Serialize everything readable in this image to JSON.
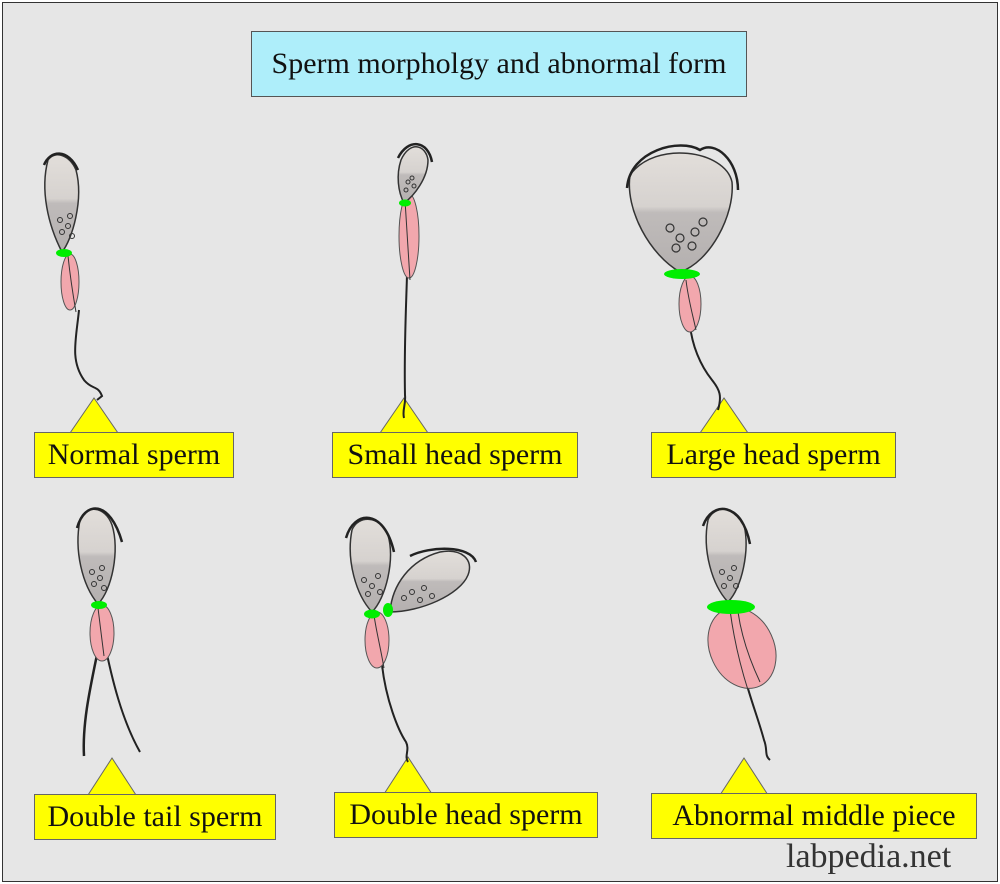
{
  "title": "Sperm morpholgy and abnormal form",
  "labels": {
    "normal": "Normal sperm",
    "small_head": "Small head sperm",
    "large_head": "Large head sperm",
    "double_tail": "Double tail sperm",
    "double_head": "Double head sperm",
    "abnormal_middle": "Abnormal middle piece"
  },
  "watermark": "labpedia.net",
  "colors": {
    "background": "#e6e6e6",
    "title_box": "#aeeefa",
    "callout": "#ffff00",
    "head": "#c3bfbe",
    "head_cap": "#ddd9d7",
    "midpiece": "#f2a7ad",
    "neck": "#00ee00"
  }
}
